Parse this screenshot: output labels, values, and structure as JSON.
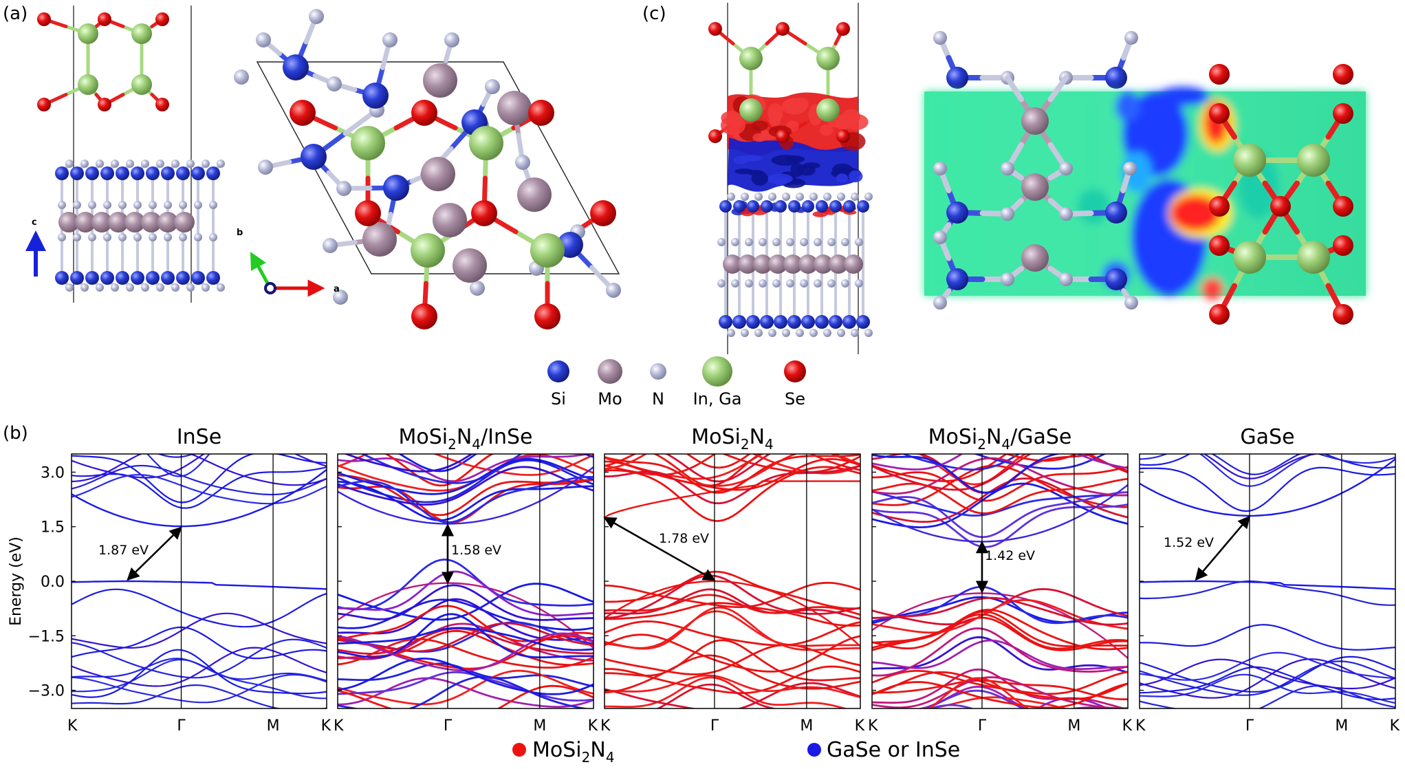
{
  "panel_labels": {
    "a": "(a)",
    "b": "(b)",
    "c": "(c)"
  },
  "axis_glyphs": {
    "c": "c",
    "b": "b",
    "a": "a"
  },
  "atom_legend": [
    {
      "label": "Si",
      "color": "#2a3fd6"
    },
    {
      "label": "Mo",
      "color": "#a98ea4"
    },
    {
      "label": "N",
      "color": "#b3b7d6"
    },
    {
      "label": "In, Ga",
      "color": "#9ecf78"
    },
    {
      "label": "Se",
      "color": "#e21010"
    }
  ],
  "band_panels": [
    {
      "title": "InSe",
      "gap_label": "1.87 eV"
    },
    {
      "title_parts": [
        "MoSi",
        "2",
        "N",
        "4",
        "/InSe"
      ],
      "gap_label": "1.58 eV"
    },
    {
      "title_parts": [
        "MoSi",
        "2",
        "N",
        "4"
      ],
      "gap_label": "1.78 eV"
    },
    {
      "title_parts": [
        "MoSi",
        "2",
        "N",
        "4",
        "/GaSe"
      ],
      "gap_label": "1.42 eV"
    },
    {
      "title": "GaSe",
      "gap_label": "1.52 eV"
    }
  ],
  "ylabel": "Energy (eV)",
  "yticks": [
    "3.0",
    "1.5",
    "0.0",
    "−1.5",
    "−3.0"
  ],
  "kpath": [
    "K",
    "Γ",
    "M",
    "K"
  ],
  "legend": {
    "red_parts": [
      "MoSi",
      "2",
      "N",
      "4"
    ],
    "blue": "GaSe or InSe",
    "red_color": "#ee1111",
    "blue_color": "#1a1ae6"
  },
  "chart_data": {
    "type": "line",
    "ylabel": "Energy (eV)",
    "ylim": [
      -3.5,
      3.5
    ],
    "x": [
      "K",
      "Γ",
      "M",
      "K"
    ],
    "panels": [
      {
        "title": "InSe",
        "gap_eV": 1.87,
        "colors": [
          "#1a1ae6"
        ]
      },
      {
        "title": "MoSi2N4/InSe",
        "gap_eV": 1.58,
        "colors": [
          "#1a1ae6",
          "#ee1111"
        ]
      },
      {
        "title": "MoSi2N4",
        "gap_eV": 1.78,
        "colors": [
          "#ee1111"
        ]
      },
      {
        "title": "MoSi2N4/GaSe",
        "gap_eV": 1.42,
        "colors": [
          "#1a1ae6",
          "#ee1111"
        ]
      },
      {
        "title": "GaSe",
        "gap_eV": 1.52,
        "colors": [
          "#1a1ae6"
        ]
      }
    ]
  }
}
